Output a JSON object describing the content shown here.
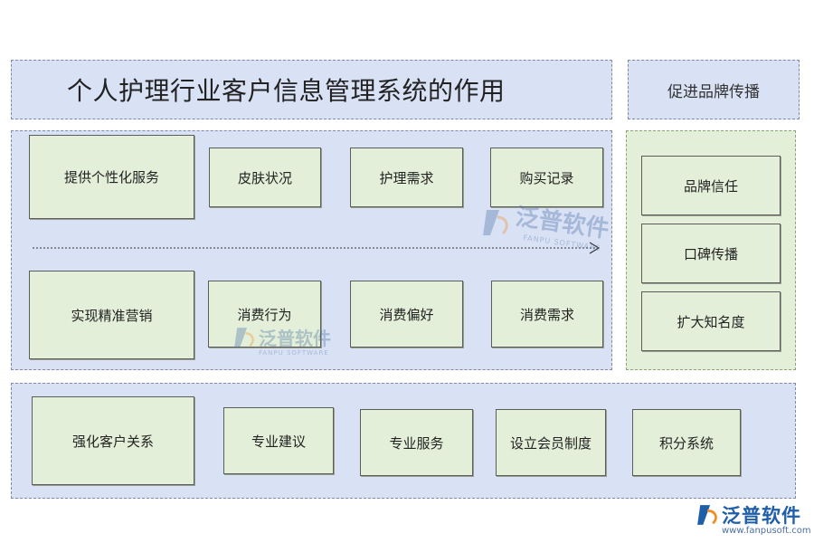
{
  "diagram": {
    "title": "个人护理行业客户信息管理系统的作用",
    "side_title": "促进品牌传播",
    "top_section": {
      "lead": "提供个性化服务",
      "items": [
        "皮肤状况",
        "护理需求",
        "购买记录"
      ]
    },
    "middle_section": {
      "lead": "实现精准营销",
      "items": [
        "消费行为",
        "消费偏好",
        "消费需求"
      ]
    },
    "brand_section": {
      "items": [
        "品牌信任",
        "口碑传播",
        "扩大知名度"
      ]
    },
    "bottom_section": {
      "lead": "强化客户关系",
      "items": [
        "专业建议",
        "专业服务",
        "设立会员制度",
        "积分系统"
      ]
    }
  },
  "watermark": {
    "name": "泛普软件",
    "sub": "FANPU SOFTWARE"
  },
  "logo": {
    "name": "泛普软件",
    "url": "www.fanpusoft.com"
  },
  "colors": {
    "blue_panel": "#d9e1f5",
    "green_box": "#e4efd9",
    "brand_blue": "#1f5ea8"
  }
}
